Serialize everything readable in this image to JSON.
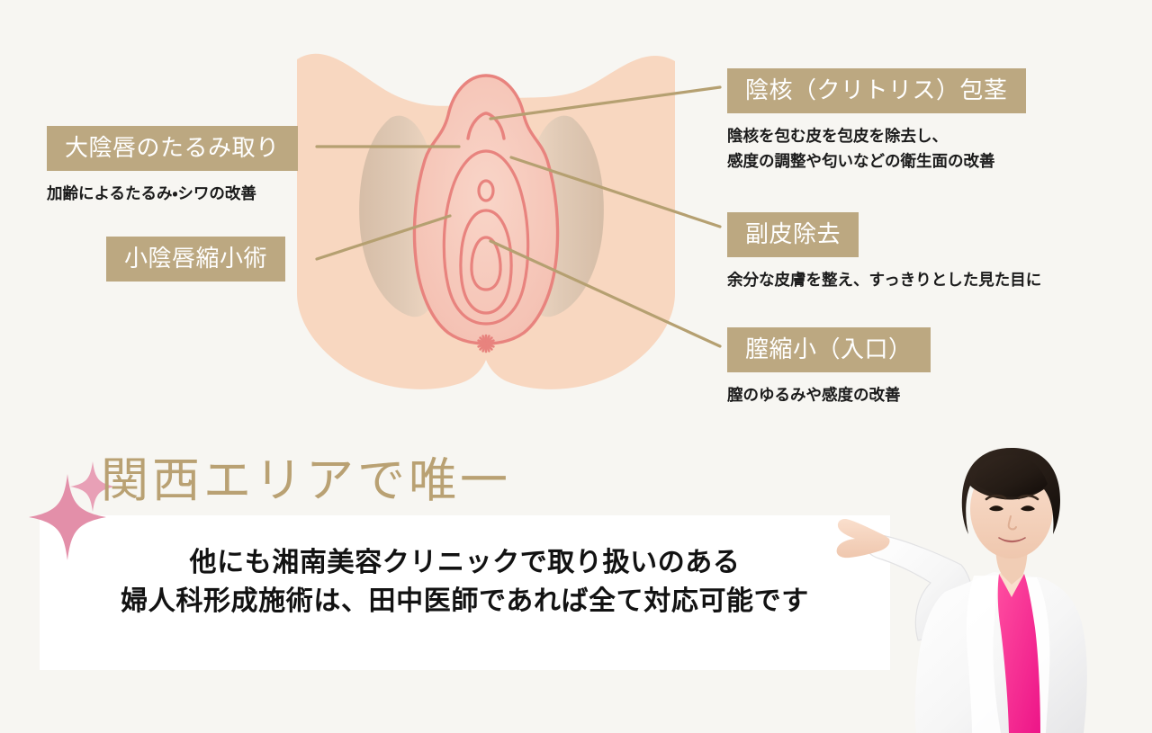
{
  "colors": {
    "page_bg": "#F7F6F2",
    "skin": "#F8D7C0",
    "chip_bg": "#BCA881",
    "chip_text": "#FFFFFF",
    "leader_line": "#B5A071",
    "anatomy_line": "#E8837E",
    "anatomy_fill": "#F6C6B9",
    "labia_outer": "#D9C3AE",
    "headline_gold": "#B9A173",
    "sparkle_pink": "#E38FA9",
    "card_bg": "#FFFFFF",
    "scrubs_pink": "#F5308F",
    "coat_white": "#FDFDFD",
    "hair_dark": "#2B211C"
  },
  "diagram": {
    "name": "female-external-genital-anatomy-illustration",
    "anus_marker": "asterisk"
  },
  "callouts": {
    "left": [
      {
        "id": "labia-majora-lift",
        "chip": "大陰唇のたるみ取り",
        "desc": [
          "加齢によるたるみ・シワの改善"
        ]
      },
      {
        "id": "labia-minora-reduction",
        "chip": "小陰唇縮小術",
        "desc": []
      }
    ],
    "right": [
      {
        "id": "clitoral-hood-phimosis",
        "chip": "陰核（クリトリス）包茎",
        "desc": [
          "陰核を包む皮を包皮を除去し、",
          "感度の調整や匂いなどの衛生面の改善"
        ]
      },
      {
        "id": "accessory-fold-removal",
        "chip": "副皮除去",
        "desc": [
          "余分な皮膚を整え、すっきりとした見た目に"
        ]
      },
      {
        "id": "vaginal-tightening-introitus",
        "chip": "膣縮小（入口）",
        "desc": [
          "膣のゆるみや感度の改善"
        ]
      }
    ]
  },
  "bottom": {
    "headline": "関西エリアで唯一",
    "body_lines": [
      "他にも湘南美容クリニックで取り扱いのある",
      "婦人科形成施術は、田中医師であれば全て対応可能です"
    ]
  },
  "doctor": {
    "name": "female-doctor-presenting-photo",
    "alt": "白衣とピンクの医療着を着た女性医師"
  }
}
